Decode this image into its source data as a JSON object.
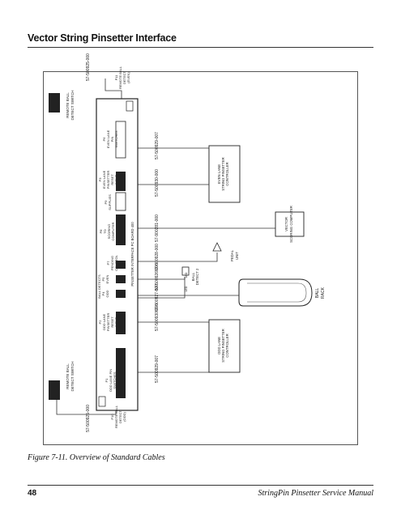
{
  "header": {
    "title": "Vector String Pinsetter Interface"
  },
  "figure": {
    "caption": "Figure 7-11. Overview of Standard Cables",
    "board_title": "PINSETTER INTERFACE PC BOARD 400",
    "switch_left": [
      "REMOTE BALL",
      "DETECT SWITCH"
    ],
    "switch_right": [
      "REMOTE BALL",
      "DETECT SWITCH"
    ],
    "connectors": {
      "p1": [
        "P1",
        "ODD LANE PIN",
        "SWITCHES"
      ],
      "p2": [
        "P2",
        "ODD LANE",
        "PINSETTER",
        "RESET",
        "INPUT"
      ],
      "p3": [
        "P3",
        "EVEN LANE",
        "PINSETTER",
        "RESET",
        "INPUT"
      ],
      "p4": [
        "P4",
        "ODD"
      ],
      "p5": [
        "P5",
        "EVEN"
      ],
      "p6": [
        "P6",
        "EVEN LANE",
        "PIN",
        "SWITCHES"
      ],
      "p7": [
        "P7",
        "PENDING",
        "CONTROL"
      ],
      "p8": [
        "P8",
        "TO",
        "SCORING",
        "COMPUTER"
      ],
      "p9": [
        "P9",
        "SUPPLIES"
      ],
      "p10": [
        "P10",
        "REMOTE BALL",
        "DETECT",
        "(ODD)"
      ],
      "p11": [
        "P11",
        "REMOTE BALL",
        "DETECT",
        "(EVEN)"
      ],
      "p4p5": "BALL DETECTS"
    },
    "cables": {
      "c_left": "57-500925-000",
      "c_right": "57-500925-000",
      "c_odd_pin": "57-500929-007",
      "c_odd_reset": "57-500930-000",
      "c_odd_detect": "57-500927-000",
      "c_even_detect": "57-500926-000",
      "c_pending": "57-500928-000",
      "c_scoring": "57-900281-000",
      "c_even_reset": "57-500930-000",
      "c_even_pin": "57-500929-007"
    },
    "boxes": {
      "even_controller": [
        "EVEN LANE",
        "STRING PINSETTER",
        "CONTROLLER"
      ],
      "odd_controller": [
        "ODD LANE",
        "STRING PINSETTER",
        "CONTROLLER"
      ],
      "scoring_computer": [
        "VECTOR",
        "SCORING COMPUTER"
      ],
      "ball_detect": [
        "BALL",
        "DETECT 2"
      ],
      "pedal_unit": [
        "PEDAL",
        "UNIT"
      ],
      "ball_rack": [
        "BALL",
        "RACK"
      ],
      "leds": [
        "LED",
        "LED"
      ]
    }
  },
  "footer": {
    "page_number": "48",
    "manual_title": "StringPin Pinsetter Service Manual"
  }
}
